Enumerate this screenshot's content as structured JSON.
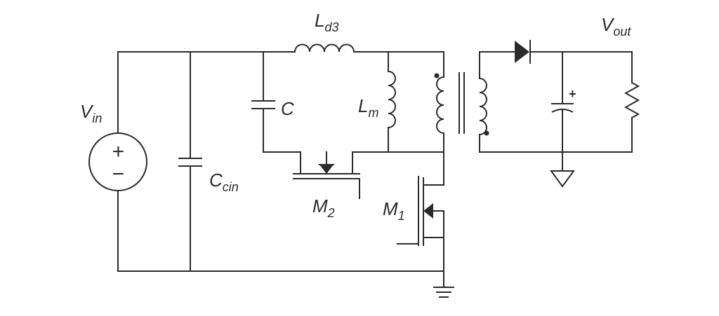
{
  "labels": {
    "vin": {
      "main": "V",
      "sub": "in"
    },
    "ccin": {
      "main": "C",
      "sub": "cin"
    },
    "c": {
      "main": "C"
    },
    "ld3": {
      "main": "L",
      "sub": "d3"
    },
    "lm": {
      "main": "L",
      "sub": "m"
    },
    "m2": {
      "main": "M",
      "sub": "2"
    },
    "m1": {
      "main": "M",
      "sub": "1"
    },
    "vout": {
      "main": "V",
      "sub": "out"
    },
    "source_plus": "+",
    "source_minus": "−",
    "cap_plus": "+"
  }
}
